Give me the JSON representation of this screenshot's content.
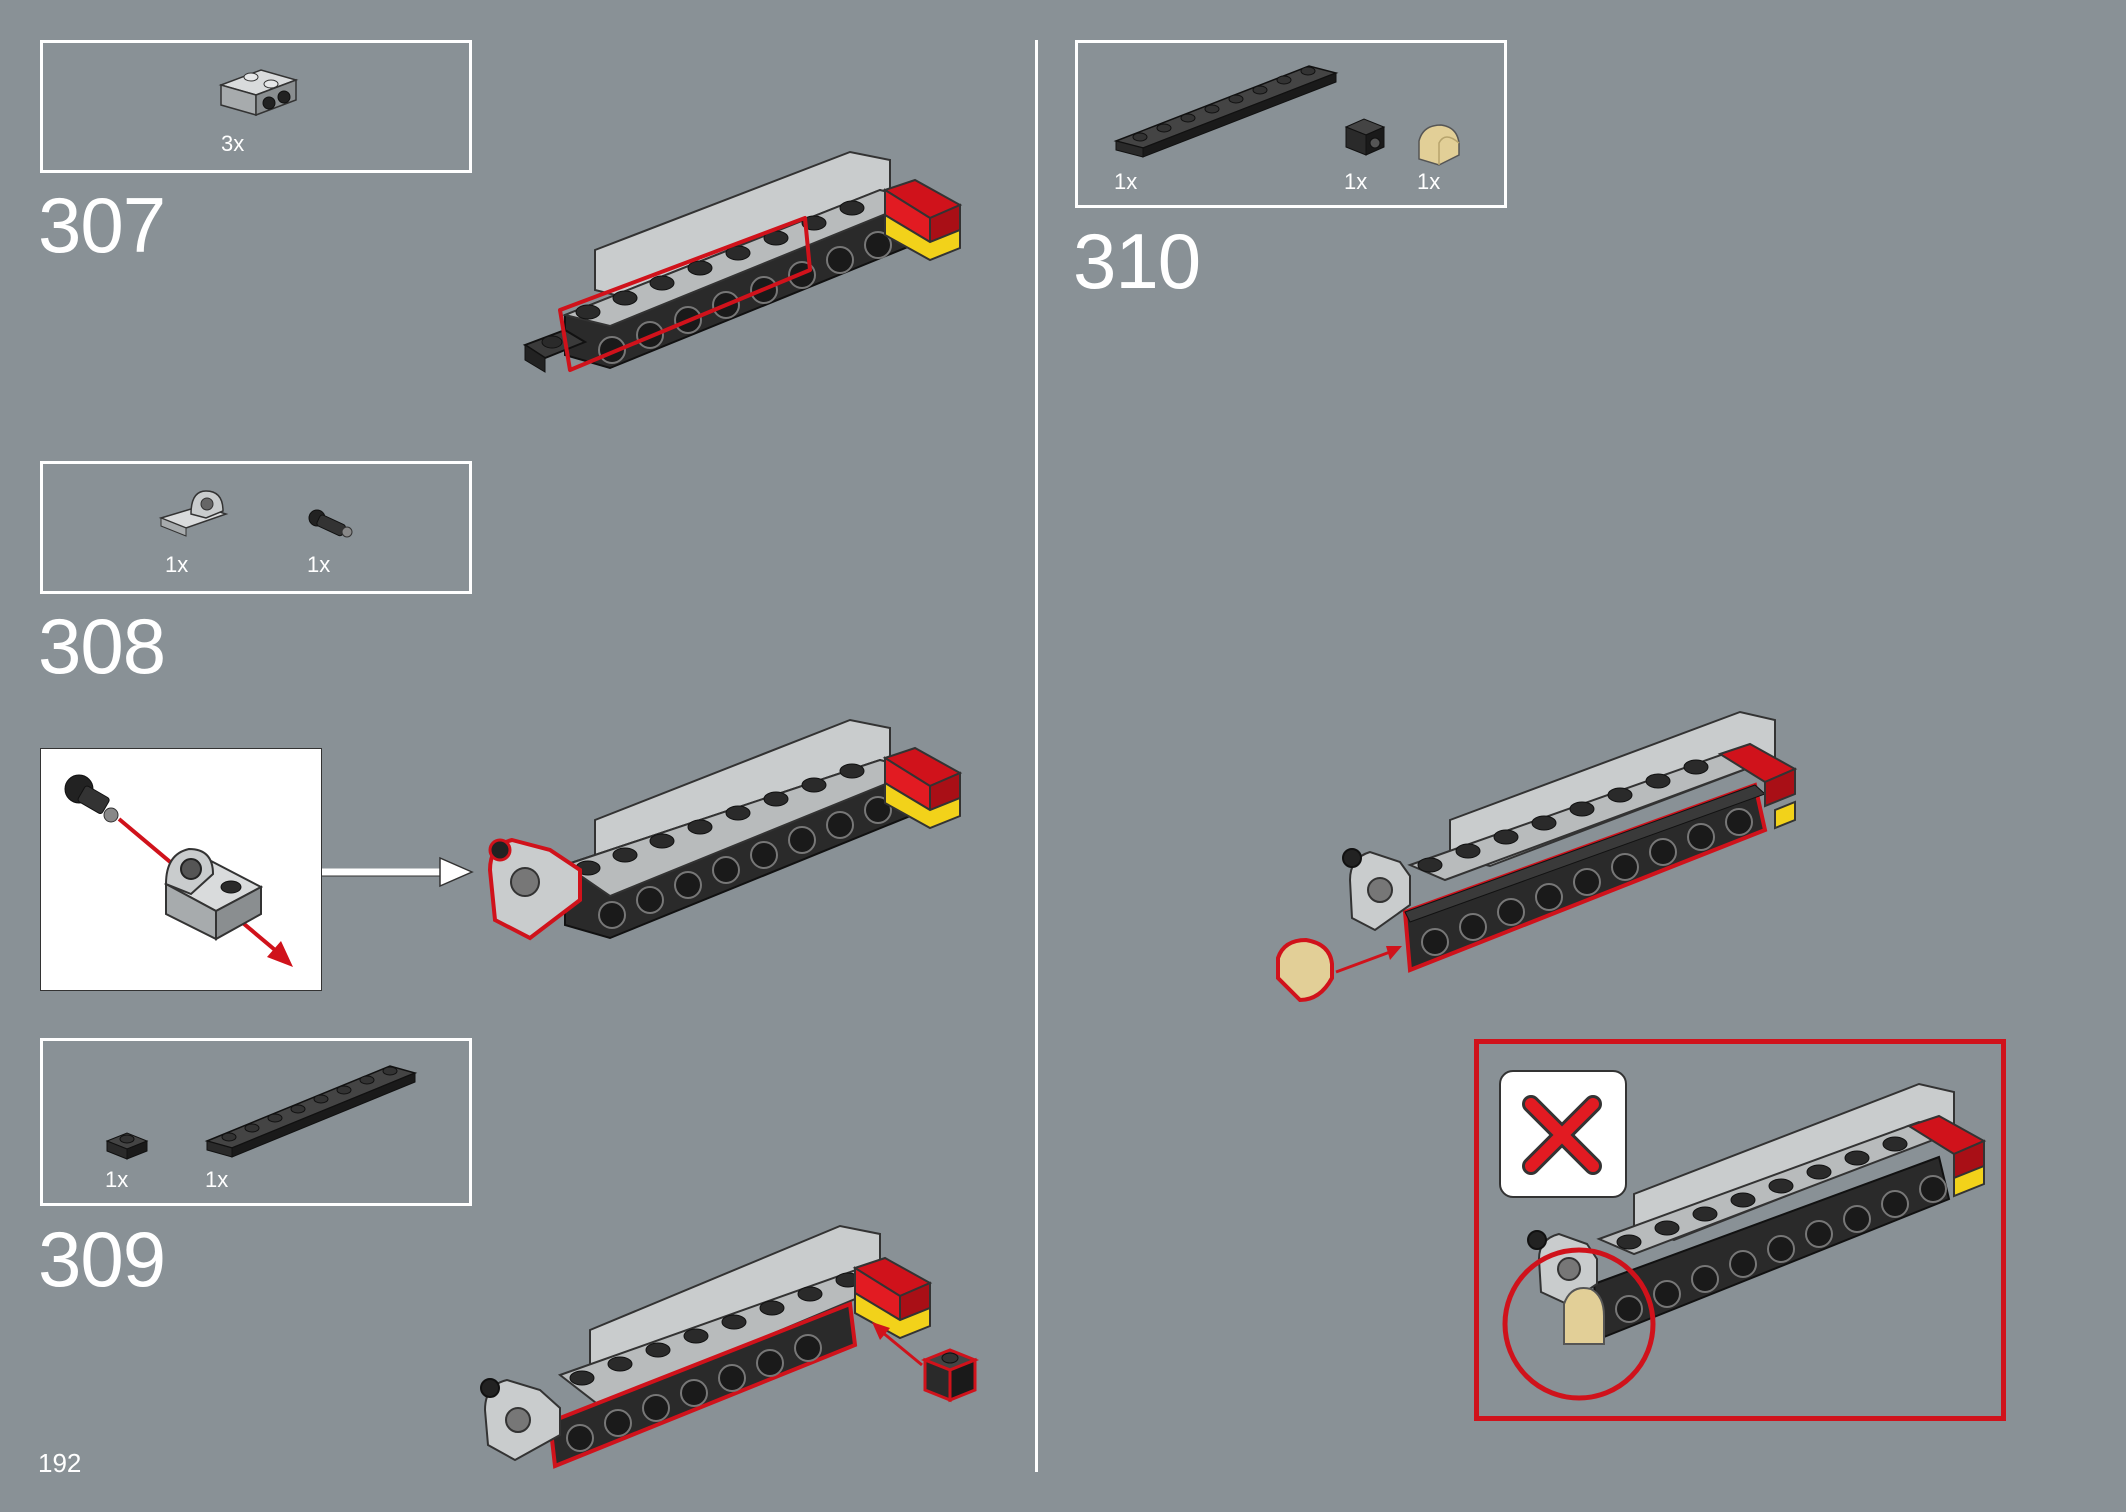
{
  "page": {
    "number": "192"
  },
  "colors": {
    "background": "#899196",
    "frame": "#ffffff",
    "highlight": "#d0121b",
    "brick_black": "#2a2a2a",
    "brick_grey": "#bfc2c3",
    "brick_red": "#d0121b",
    "brick_yellow": "#f2d21a",
    "brick_tan": "#e2cf97"
  },
  "steps": [
    {
      "number": "307",
      "parts": [
        {
          "icon": "grey-bracket-plate-icon",
          "qty": "3x"
        }
      ]
    },
    {
      "number": "308",
      "parts": [
        {
          "icon": "grey-pin-hole-plate-icon",
          "qty": "1x"
        },
        {
          "icon": "black-pin-connector-icon",
          "qty": "1x"
        }
      ],
      "callout": {
        "icon": "pin-insertion-callout"
      }
    },
    {
      "number": "309",
      "parts": [
        {
          "icon": "black-plate-1x1-icon",
          "qty": "1x"
        },
        {
          "icon": "black-plate-1x8-icon",
          "qty": "1x"
        }
      ]
    },
    {
      "number": "310",
      "parts": [
        {
          "icon": "black-plate-1x8-long-icon",
          "qty": "1x"
        },
        {
          "icon": "black-bracket-1x1-icon",
          "qty": "1x"
        },
        {
          "icon": "tan-curved-slope-icon",
          "qty": "1x"
        }
      ],
      "warning": {
        "icon": "red-x-icon"
      }
    }
  ]
}
